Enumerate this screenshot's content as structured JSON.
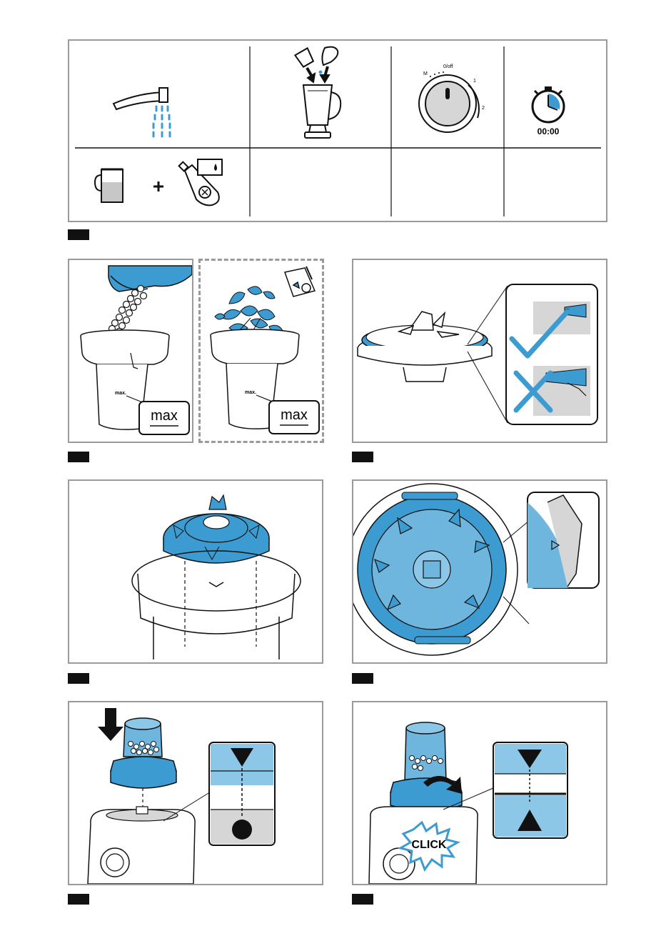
{
  "overview": {
    "dial_labels": {
      "off": "0/off",
      "m": "M",
      "one": "1",
      "two": "2"
    },
    "timer_text": "00:00"
  },
  "fill_panels": {
    "max_small": "max.",
    "max_big": "max"
  },
  "click_text": "CLICK",
  "colors": {
    "accent": "#3c9bd0",
    "accent_light": "#8cc7e7",
    "border": "#9a9a9a",
    "tag": "#111111"
  }
}
